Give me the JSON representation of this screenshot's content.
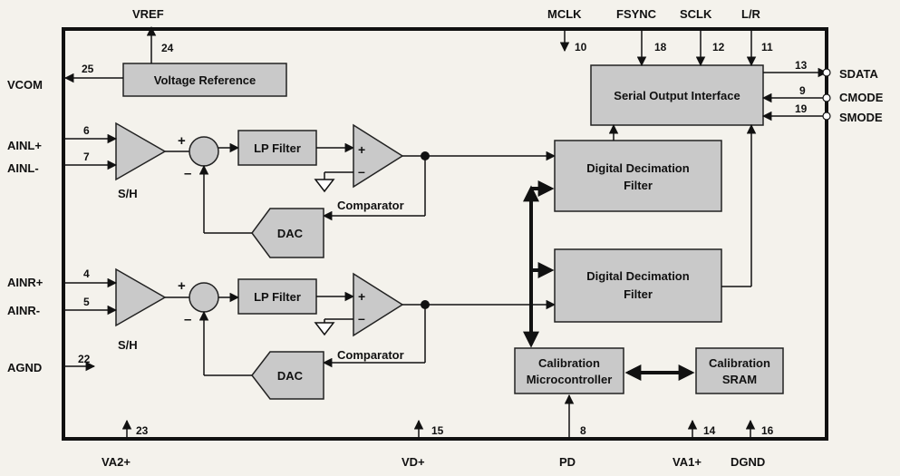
{
  "blocks": {
    "voltage_reference": "Voltage Reference",
    "serial_output_interface": "Serial Output Interface",
    "lp_filter_1": "LP Filter",
    "lp_filter_2": "LP Filter",
    "dac_1": "DAC",
    "dac_2": "DAC",
    "comparator_1": "Comparator",
    "comparator_2": "Comparator",
    "decimation_1": [
      "Digital Decimation",
      "Filter"
    ],
    "decimation_2": [
      "Digital Decimation",
      "Filter"
    ],
    "calibration_micro": [
      "Calibration",
      "Microcontroller"
    ],
    "calibration_sram": [
      "Calibration",
      "SRAM"
    ],
    "sh_1": "S/H",
    "sh_2": "S/H"
  },
  "signs": {
    "plus": "+",
    "minus": "–"
  },
  "pins": {
    "vref": {
      "label": "VREF",
      "num": "24"
    },
    "vcom": {
      "label": "VCOM",
      "num": "25"
    },
    "ainl_plus": {
      "label": "AINL+",
      "num": "6"
    },
    "ainl_minus": {
      "label": "AINL-",
      "num": "7"
    },
    "ainr_plus": {
      "label": "AINR+",
      "num": "4"
    },
    "ainr_minus": {
      "label": "AINR-",
      "num": "5"
    },
    "agnd": {
      "label": "AGND",
      "num": "22"
    },
    "mclk": {
      "label": "MCLK",
      "num": "10"
    },
    "fsync": {
      "label": "FSYNC",
      "num": "18"
    },
    "sclk": {
      "label": "SCLK",
      "num": "12"
    },
    "lr": {
      "label": "L/R",
      "num": "11"
    },
    "sdata": {
      "label": "SDATA",
      "num": "13"
    },
    "cmode": {
      "label": "CMODE",
      "num": "9"
    },
    "smode": {
      "label": "SMODE",
      "num": "19"
    },
    "va2plus": {
      "label": "VA2+",
      "num": "23"
    },
    "vdplus": {
      "label": "VD+",
      "num": "15"
    },
    "pd": {
      "label": "PD",
      "num": "8"
    },
    "va1plus": {
      "label": "VA1+",
      "num": "14"
    },
    "dgnd": {
      "label": "DGND",
      "num": "16"
    }
  }
}
